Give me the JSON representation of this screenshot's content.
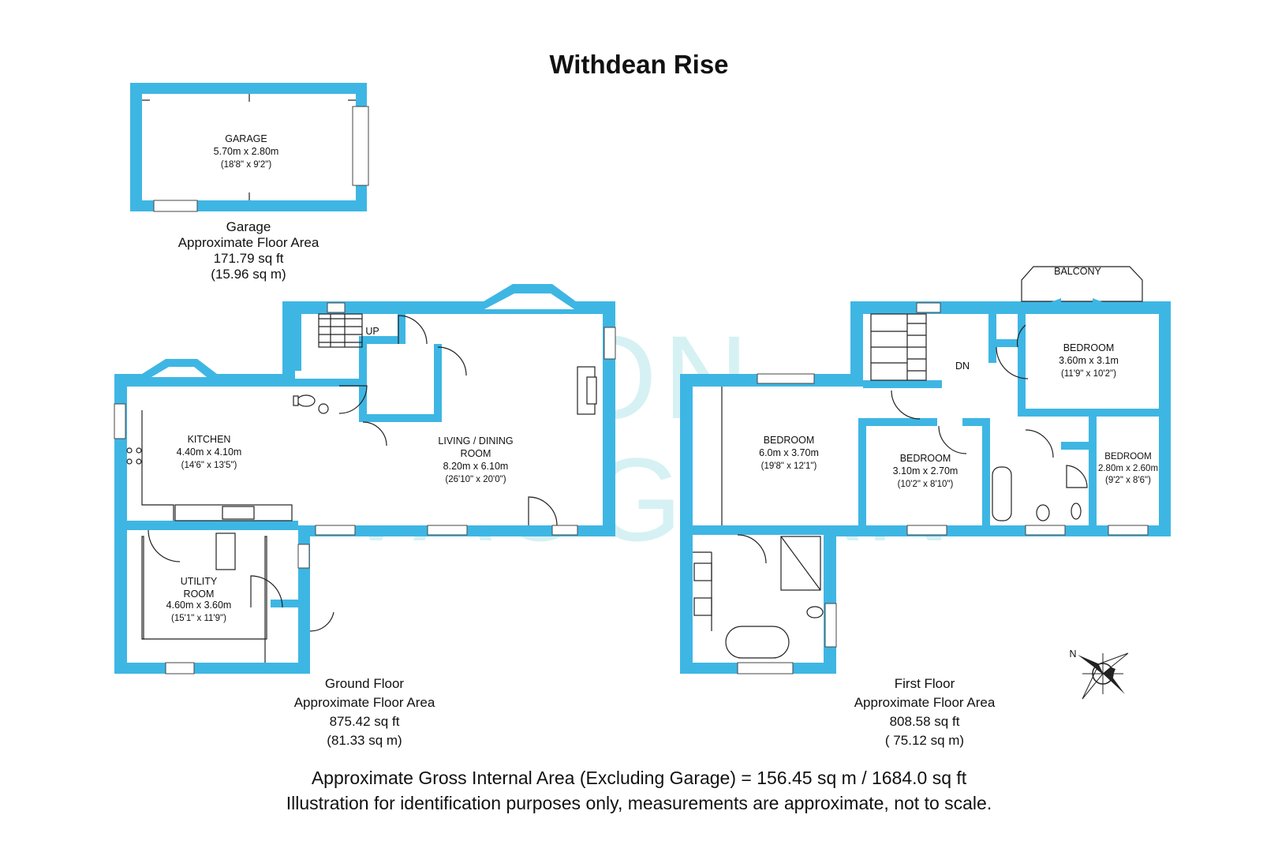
{
  "title": "Withdean Rise",
  "watermark": {
    "line1": "ASTON",
    "line2": "VAUGHAN"
  },
  "colors": {
    "wall": "#3eb6e4",
    "background": "#ffffff",
    "watermark": "#6fd0d6"
  },
  "garage": {
    "room": {
      "name": "GARAGE",
      "metric": "5.70m x 2.80m",
      "imperial": "(18'8\" x 9'2\")"
    },
    "caption": {
      "line1": "Garage",
      "line2": "Approximate Floor Area",
      "line3": "171.79 sq ft",
      "line4": "(15.96 sq m)"
    }
  },
  "ground_floor": {
    "stairs_label": "UP",
    "kitchen": {
      "name": "KITCHEN",
      "metric": "4.40m x 4.10m",
      "imperial": "(14'6\" x 13'5\")"
    },
    "living": {
      "name1": "LIVING / DINING",
      "name2": "ROOM",
      "metric": "8.20m x 6.10m",
      "imperial": "(26'10\" x 20'0\")"
    },
    "utility": {
      "name1": "UTILITY",
      "name2": "ROOM",
      "metric": "4.60m x 3.60m",
      "imperial": "(15'1\" x 11'9\")"
    },
    "caption": {
      "line1": "Ground Floor",
      "line2": "Approximate Floor Area",
      "line3": "875.42 sq ft",
      "line4": "(81.33 sq m)"
    }
  },
  "first_floor": {
    "stairs_label": "DN",
    "balcony": "BALCONY",
    "bedroom_top_right": {
      "name": "BEDROOM",
      "metric": "3.60m x 3.1m",
      "imperial": "(11'9\" x 10'2\")"
    },
    "bedroom_left": {
      "name": "BEDROOM",
      "metric": "6.0m x 3.70m",
      "imperial": "(19'8\" x 12'1\")"
    },
    "bedroom_middle": {
      "name": "BEDROOM",
      "metric": "3.10m x 2.70m",
      "imperial": "(10'2\" x 8'10\")"
    },
    "bedroom_small": {
      "name": "BEDROOM",
      "metric": "2.80m x 2.60m",
      "imperial": "(9'2\" x 8'6\")"
    },
    "caption": {
      "line1": "First Floor",
      "line2": "Approximate Floor Area",
      "line3": "808.58 sq ft",
      "line4": "( 75.12 sq m)"
    }
  },
  "compass_label": "N",
  "footer": {
    "line1": "Approximate Gross Internal Area (Excluding Garage) = 156.45 sq m / 1684.0 sq ft",
    "line2": "Illustration for identification purposes only, measurements are approximate, not to scale."
  }
}
